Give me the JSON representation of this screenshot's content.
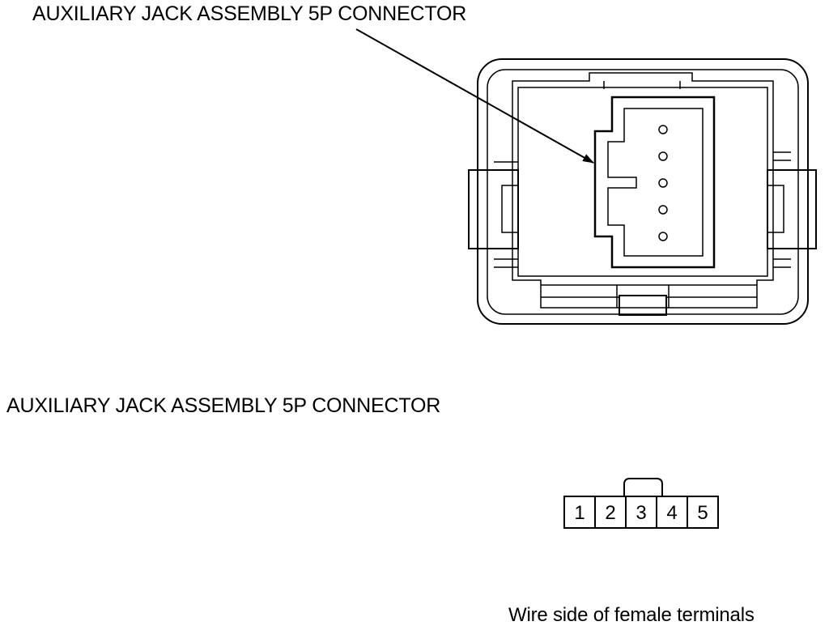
{
  "labels": {
    "top": "AUXILIARY JACK ASSEMBLY 5P CONNECTOR",
    "middle": "AUXILIARY JACK ASSEMBLY 5P CONNECTOR",
    "bottom": "Wire side of female terminals"
  },
  "pins": [
    "1",
    "2",
    "3",
    "4",
    "5"
  ]
}
